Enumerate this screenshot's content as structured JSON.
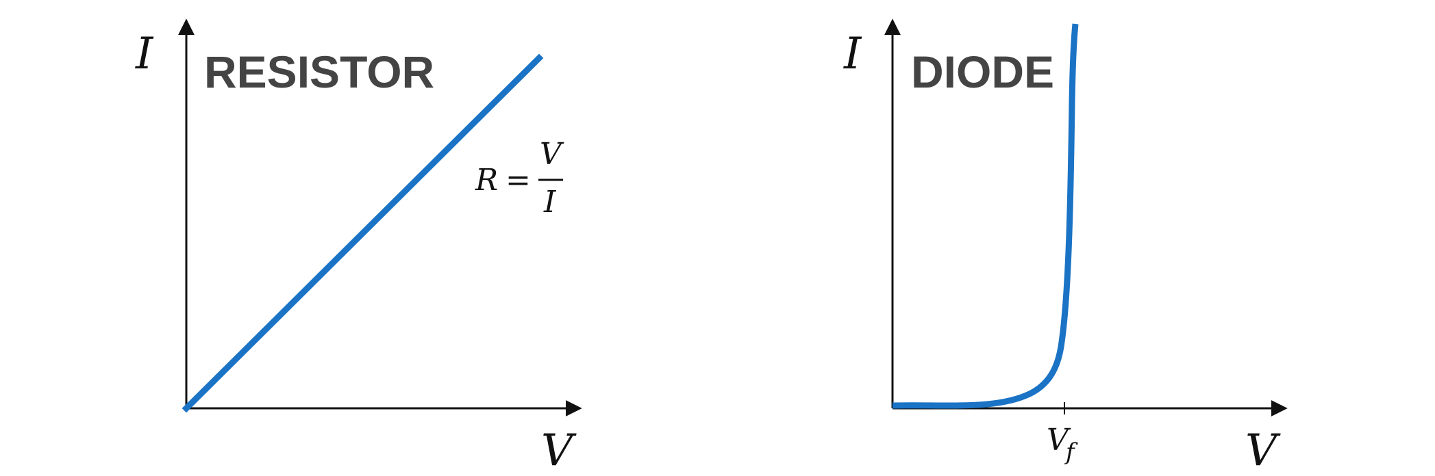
{
  "colors": {
    "curve": "#1a73c5",
    "axis": "#111111",
    "title": "#444444"
  },
  "resistor": {
    "title": "RESISTOR",
    "y_axis_label": "I",
    "x_axis_label": "V",
    "formula": {
      "lhs": "R",
      "equals": "=",
      "numerator": "V",
      "denominator": "I"
    }
  },
  "diode": {
    "title": "DIODE",
    "y_axis_label": "I",
    "x_axis_label": "V",
    "tick_label_main": "V",
    "tick_label_sub": "f"
  }
}
